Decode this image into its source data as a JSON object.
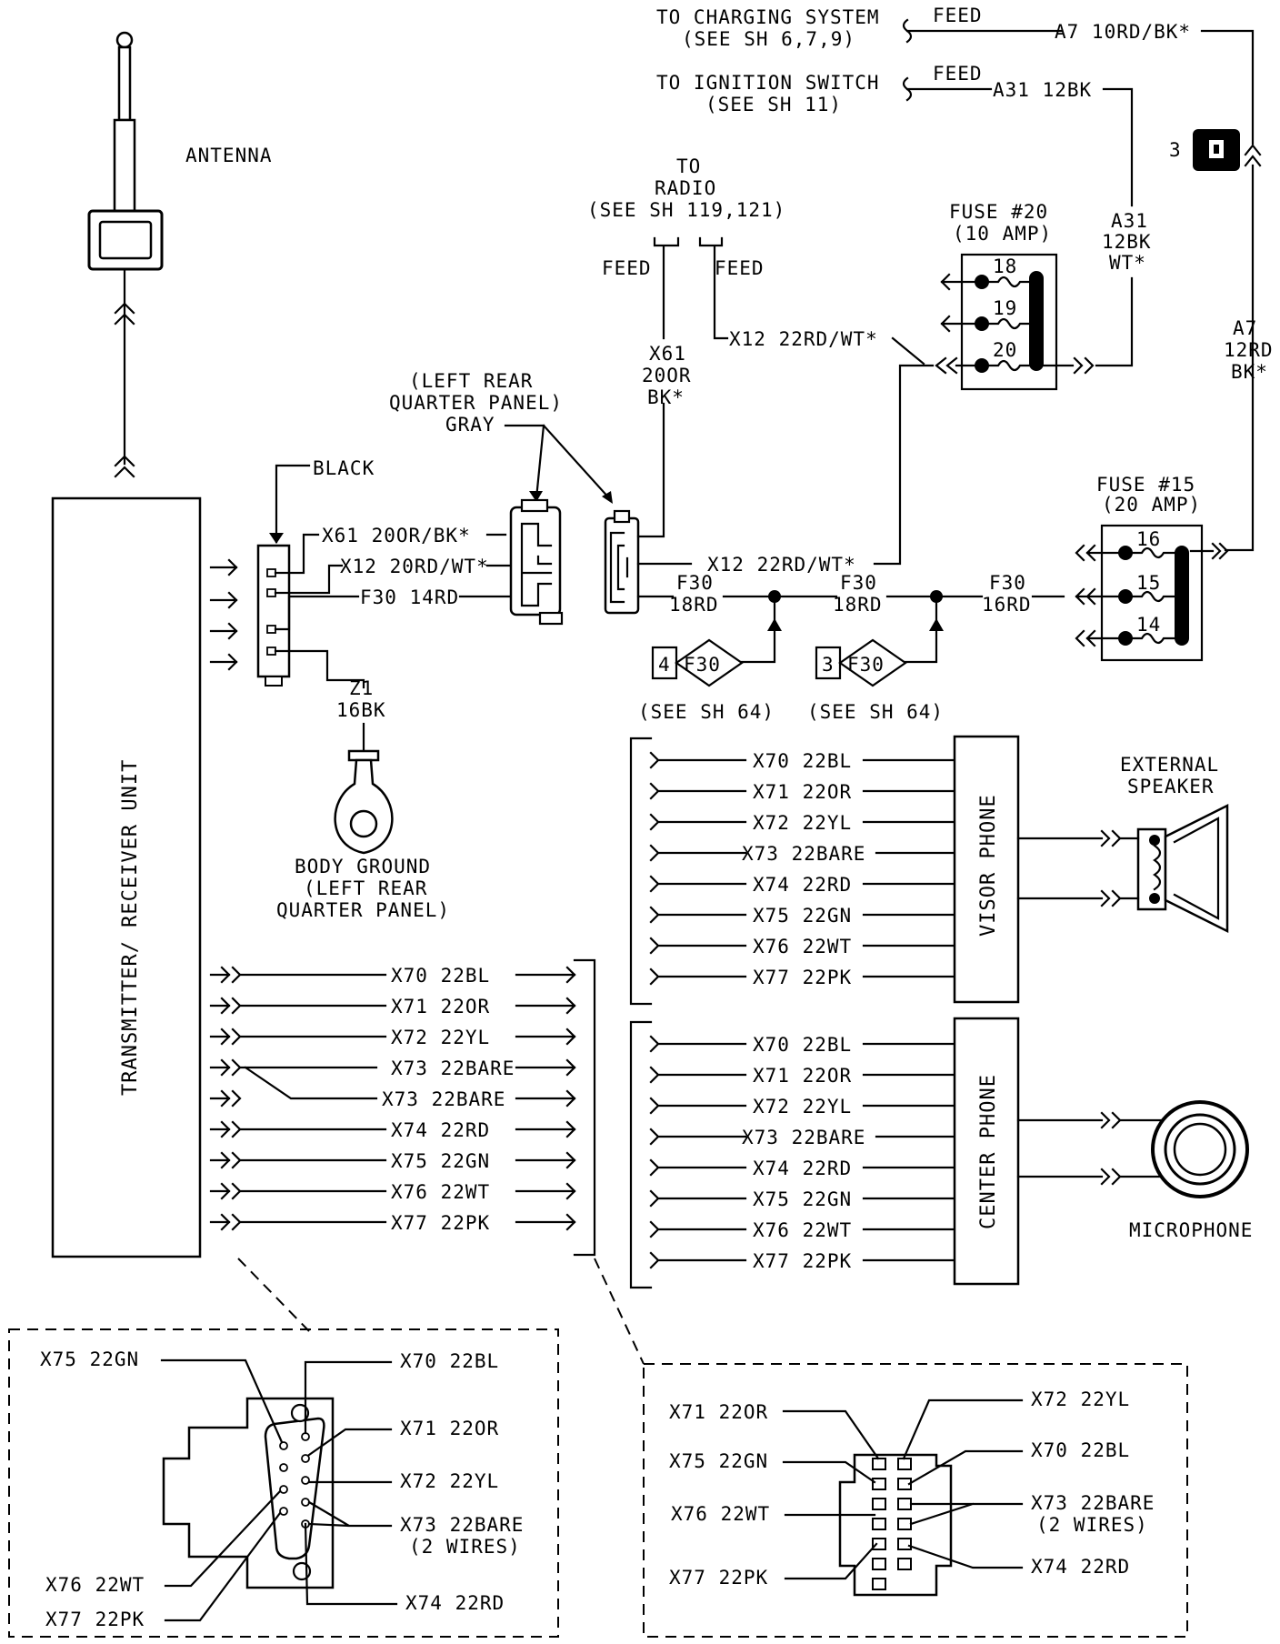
{
  "top": {
    "charging": {
      "line1": "TO CHARGING SYSTEM",
      "line2": "(SEE SH 6,7,9)",
      "feed": "FEED",
      "wire": "A7 10RD/BK*"
    },
    "ignition": {
      "line1": "TO IGNITION SWITCH",
      "line2": "(SEE SH 11)",
      "feed": "FEED",
      "wire": "A31 12BK"
    },
    "connector3": "3",
    "a31_vertical": [
      "A31",
      "12BK",
      "WT*"
    ],
    "a7_vertical": [
      "A7",
      "12RD",
      "BK*"
    ]
  },
  "antenna": {
    "label": "ANTENNA"
  },
  "radio": {
    "line1": "TO",
    "line2": "RADIO",
    "line3": "(SEE SH 119,121)",
    "feed_left": "FEED",
    "feed_right": "FEED",
    "x12": "X12 22RD/WT*",
    "x61": [
      "X61",
      "20OR",
      "BK*"
    ]
  },
  "fuse20": {
    "title": "FUSE #20",
    "amps": "(10 AMP)",
    "pins": [
      "18",
      "19",
      "20"
    ]
  },
  "fuse15": {
    "title": "FUSE #15",
    "amps": "(20 AMP)",
    "pins": [
      "16",
      "15",
      "14"
    ]
  },
  "quarter_panel": {
    "line1": "(LEFT REAR",
    "line2": "QUARTER PANEL)",
    "line3": "GRAY"
  },
  "black_connector": {
    "label": "BLACK",
    "wire_x61": "X61 20OR/BK*",
    "wire_x12": "X12 20RD/WT*",
    "wire_f30": "F30 14RD",
    "wire_z1": [
      "Z1",
      "16BK"
    ]
  },
  "mid_wires": {
    "x12": "X12 22RD/WT*",
    "f30_a": [
      "F30",
      "18RD"
    ],
    "f30_b": [
      "F30",
      "18RD"
    ],
    "f30_c": [
      "F30",
      "16RD"
    ]
  },
  "splice_refs": [
    {
      "num": "4",
      "code": "F30",
      "see": "(SEE SH 64)"
    },
    {
      "num": "3",
      "code": "F30",
      "see": "(SEE SH 64)"
    }
  ],
  "ground": {
    "line1": "BODY GROUND",
    "line2": "(LEFT REAR",
    "line3": "QUARTER PANEL)"
  },
  "transceiver": {
    "label": "TRANSMITTER/ RECEIVER UNIT"
  },
  "transceiver_wires": [
    "X70 22BL",
    "X71 22OR",
    "X72 22YL",
    "X73 22BARE",
    "X73 22BARE",
    "X74 22RD",
    "X75 22GN",
    "X76 22WT",
    "X77 22PK"
  ],
  "visor_phone": {
    "label": "VISOR PHONE",
    "wires": [
      "X70 22BL",
      "X71 22OR",
      "X72 22YL",
      "X73 22BARE",
      "X74 22RD",
      "X75 22GN",
      "X76 22WT",
      "X77 22PK"
    ]
  },
  "center_phone": {
    "label": "CENTER PHONE",
    "wires": [
      "X70 22BL",
      "X71 22OR",
      "X72 22YL",
      "X73 22BARE",
      "X74 22RD",
      "X75 22GN",
      "X76 22WT",
      "X77 22PK"
    ]
  },
  "speaker": {
    "line1": "EXTERNAL",
    "line2": "SPEAKER"
  },
  "microphone": {
    "label": "MICROPHONE"
  },
  "detail_left": {
    "x75": "X75 22GN",
    "x70": "X70 22BL",
    "x71": "X71 22OR",
    "x72": "X72 22YL",
    "x73": "X73 22BARE",
    "x73_note": "(2 WIRES)",
    "x76": "X76 22WT",
    "x77": "X77 22PK",
    "x74": "X74 22RD"
  },
  "detail_right": {
    "x71": "X71 22OR",
    "x72": "X72 22YL",
    "x75": "X75 22GN",
    "x70": "X70 22BL",
    "x76": "X76 22WT",
    "x73": "X73 22BARE",
    "x73_note": "(2 WIRES)",
    "x77": "X77 22PK",
    "x74": "X74 22RD"
  }
}
